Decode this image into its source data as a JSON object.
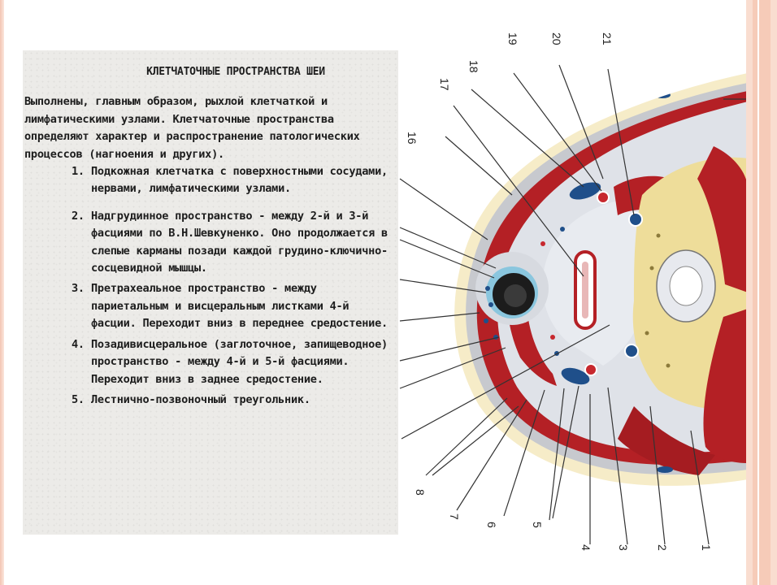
{
  "document": {
    "title": "КЛЕТЧАТОЧНЫЕ ПРОСТРАНСТВА ШЕИ",
    "intro": "Выполнены, главным образом, рыхлой клетчаткой и лимфатическими узлами. Клетчаточные пространства определяют характер и распространение патологических процессов (нагноения и других).",
    "items": [
      {
        "num": "1.",
        "text": "Подкожная клетчатка с поверхностными сосудами, нервами, лимфатическими узлами."
      },
      {
        "num": "2.",
        "text": "Надгрудинное пространство - между 2-й и 3-й фасциями по В.Н.Шевкуненко. Оно продолжается в слепые карманы позади каждой грудино-ключично-сосцевидной мышцы."
      },
      {
        "num": "3.",
        "text": "Претрахеальное пространство - между париетальным и висцеральным листками 4-й фасции. Переходит вниз в переднее средостение."
      },
      {
        "num": "4.",
        "text": "Позадивисцеральное (заглоточное, запищеводное) пространство - между 4-й и 5-й фасциями. Переходит вниз в заднее средостение."
      },
      {
        "num": "5.",
        "text": "Лестнично-позвоночный треугольник."
      }
    ]
  },
  "figure": {
    "labels_top": [
      "17",
      "18",
      "19",
      "20",
      "21"
    ],
    "label_partial": "16",
    "labels_bottom": [
      "8",
      "7",
      "6",
      "5",
      "4",
      "3",
      "2",
      "1"
    ]
  },
  "colors": {
    "frame": "#f6cbb8",
    "muscle": "#b42025",
    "vein": "#1f4f8a",
    "fat": "#efe1a8",
    "fascia": "#d9dde6"
  }
}
